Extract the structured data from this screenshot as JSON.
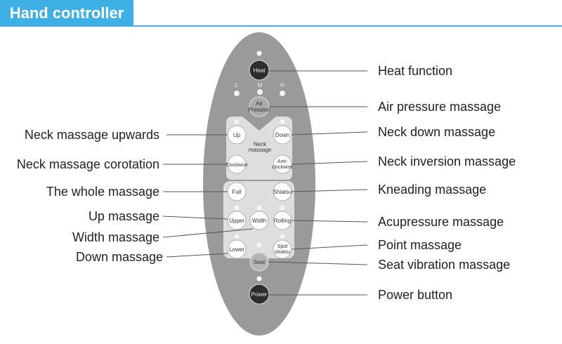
{
  "header": {
    "title": "Hand controller"
  },
  "remote": {
    "level_marks": [
      "L",
      "M",
      "H"
    ],
    "buttons": {
      "heat": "Heat",
      "air_pression": [
        "Air",
        "Pression"
      ],
      "up": "Up",
      "down": "Down",
      "neck_massage": [
        "Neck",
        "massage"
      ],
      "clockwise": "Clockwise",
      "anti_clockwise": [
        "Anti-",
        "clockwise"
      ],
      "full": "Full",
      "shiatsu": "Shiatsu",
      "upper": "Upper",
      "width": "Width",
      "rolling": "Rolling",
      "lower": "Lower",
      "spot_shiatsu": [
        "Spot",
        "shiatsu"
      ],
      "seat": "Seat",
      "power": "Power"
    }
  },
  "callouts": {
    "left": [
      "Neck massage upwards",
      "Neck massage corotation",
      "The whole massage",
      "Up massage",
      "Width massage",
      "Down massage"
    ],
    "right": [
      "Heat function",
      "Air pressure massage",
      "Neck down massage",
      "Neck inversion massage",
      "Kneading massage",
      "Acupressure massage",
      "Point massage",
      "Seat vibration massage",
      "Power button"
    ]
  }
}
